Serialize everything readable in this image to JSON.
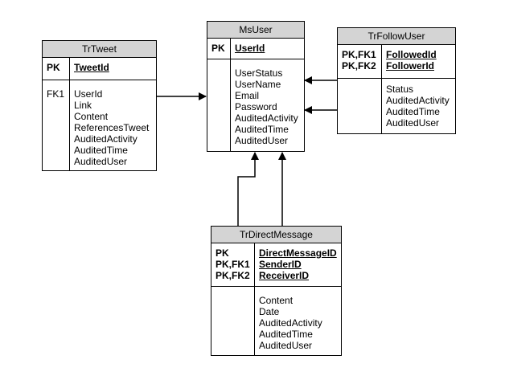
{
  "entities": {
    "trtweet": {
      "name": "TrTweet",
      "pk_labels": [
        "PK"
      ],
      "pk_fields": [
        "TweetId"
      ],
      "attr_labels": [
        "FK1"
      ],
      "attributes": [
        "UserId",
        "Link",
        "Content",
        "ReferencesTweet",
        "AuditedActivity",
        "AuditedTime",
        "AuditedUser"
      ]
    },
    "msuser": {
      "name": "MsUser",
      "pk_labels": [
        "PK"
      ],
      "pk_fields": [
        "UserId"
      ],
      "attr_labels": [],
      "attributes": [
        "UserStatus",
        "UserName",
        "Email",
        "Password",
        "AuditedActivity",
        "AuditedTime",
        "AuditedUser"
      ]
    },
    "trfollowuser": {
      "name": "TrFollowUser",
      "pk_labels": [
        "PK,FK1",
        "PK,FK2"
      ],
      "pk_fields": [
        "FollowedId",
        "FollowerId"
      ],
      "attr_labels": [],
      "attributes": [
        "Status",
        "AuditedActivity",
        "AuditedTime",
        "AuditedUser"
      ]
    },
    "trdirectmessage": {
      "name": "TrDirectMessage",
      "pk_labels": [
        "PK",
        "PK,FK1",
        "PK,FK2"
      ],
      "pk_fields": [
        "DirectMessageID",
        "SenderID",
        "ReceiverID"
      ],
      "attr_labels": [],
      "attributes": [
        "Content",
        "Date",
        "AuditedActivity",
        "AuditedTime",
        "AuditedUser"
      ]
    }
  },
  "relationships": [
    {
      "from": "TrTweet",
      "to": "MsUser"
    },
    {
      "from": "TrFollowUser",
      "to": "MsUser"
    },
    {
      "from": "TrFollowUser",
      "to": "MsUser"
    },
    {
      "from": "TrDirectMessage",
      "to": "MsUser"
    },
    {
      "from": "TrDirectMessage",
      "to": "MsUser"
    }
  ]
}
